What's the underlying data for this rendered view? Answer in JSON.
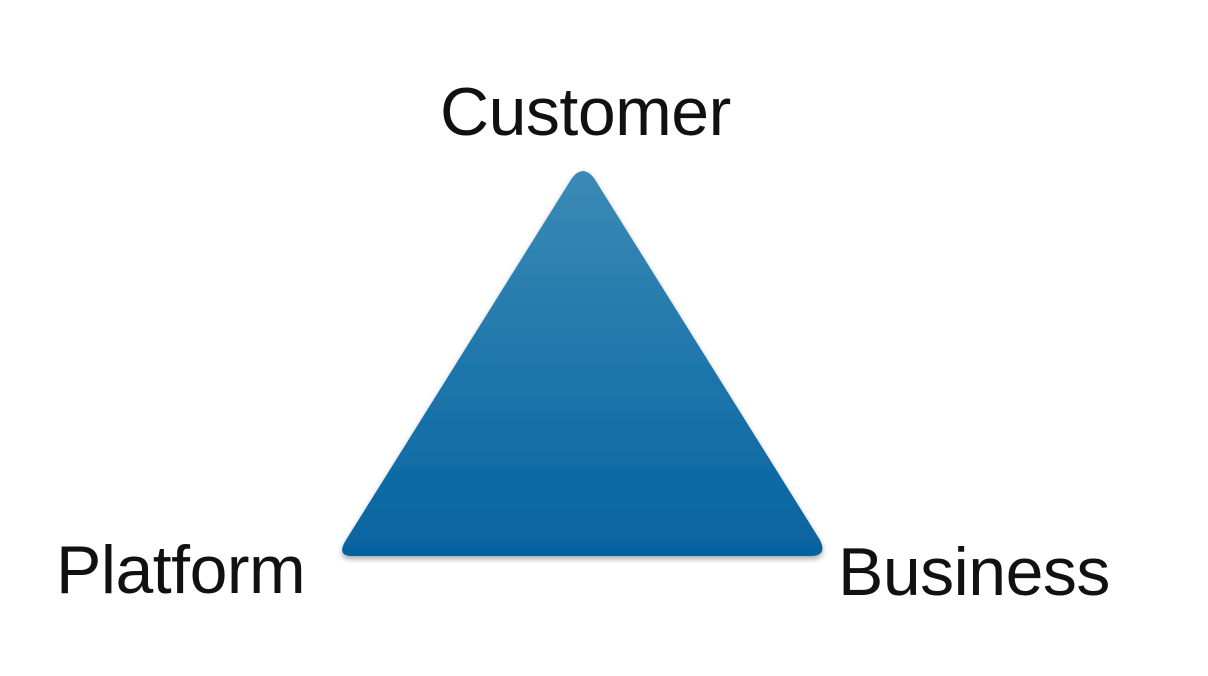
{
  "diagram": {
    "vertices": {
      "top": {
        "label": "Customer"
      },
      "left": {
        "label": "Platform"
      },
      "right": {
        "label": "Business"
      }
    },
    "colors": {
      "fill_top": "#3a8ab5",
      "fill_bottom": "#0563a0",
      "label": "#111111"
    }
  }
}
